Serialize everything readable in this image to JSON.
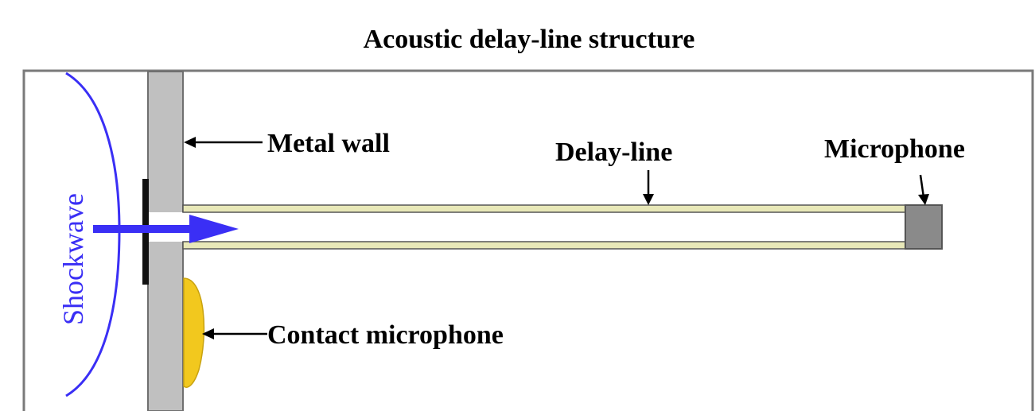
{
  "title": "Acoustic delay-line structure",
  "labels": {
    "metal_wall": "Metal wall",
    "delay_line": "Delay-line",
    "microphone": "Microphone",
    "contact_microphone": "Contact microphone",
    "shockwave": "Shockwave"
  },
  "colors": {
    "wall": "#c0c0c0",
    "wall_stroke": "#6f6f6f",
    "frame": "#7a7a7a",
    "shockwave": "#3a2ff5",
    "contact_mic": "#f2c81e",
    "tube_edge": "#e8e8b8",
    "microphone": "#8a8a8a",
    "gasket": "#111111"
  }
}
